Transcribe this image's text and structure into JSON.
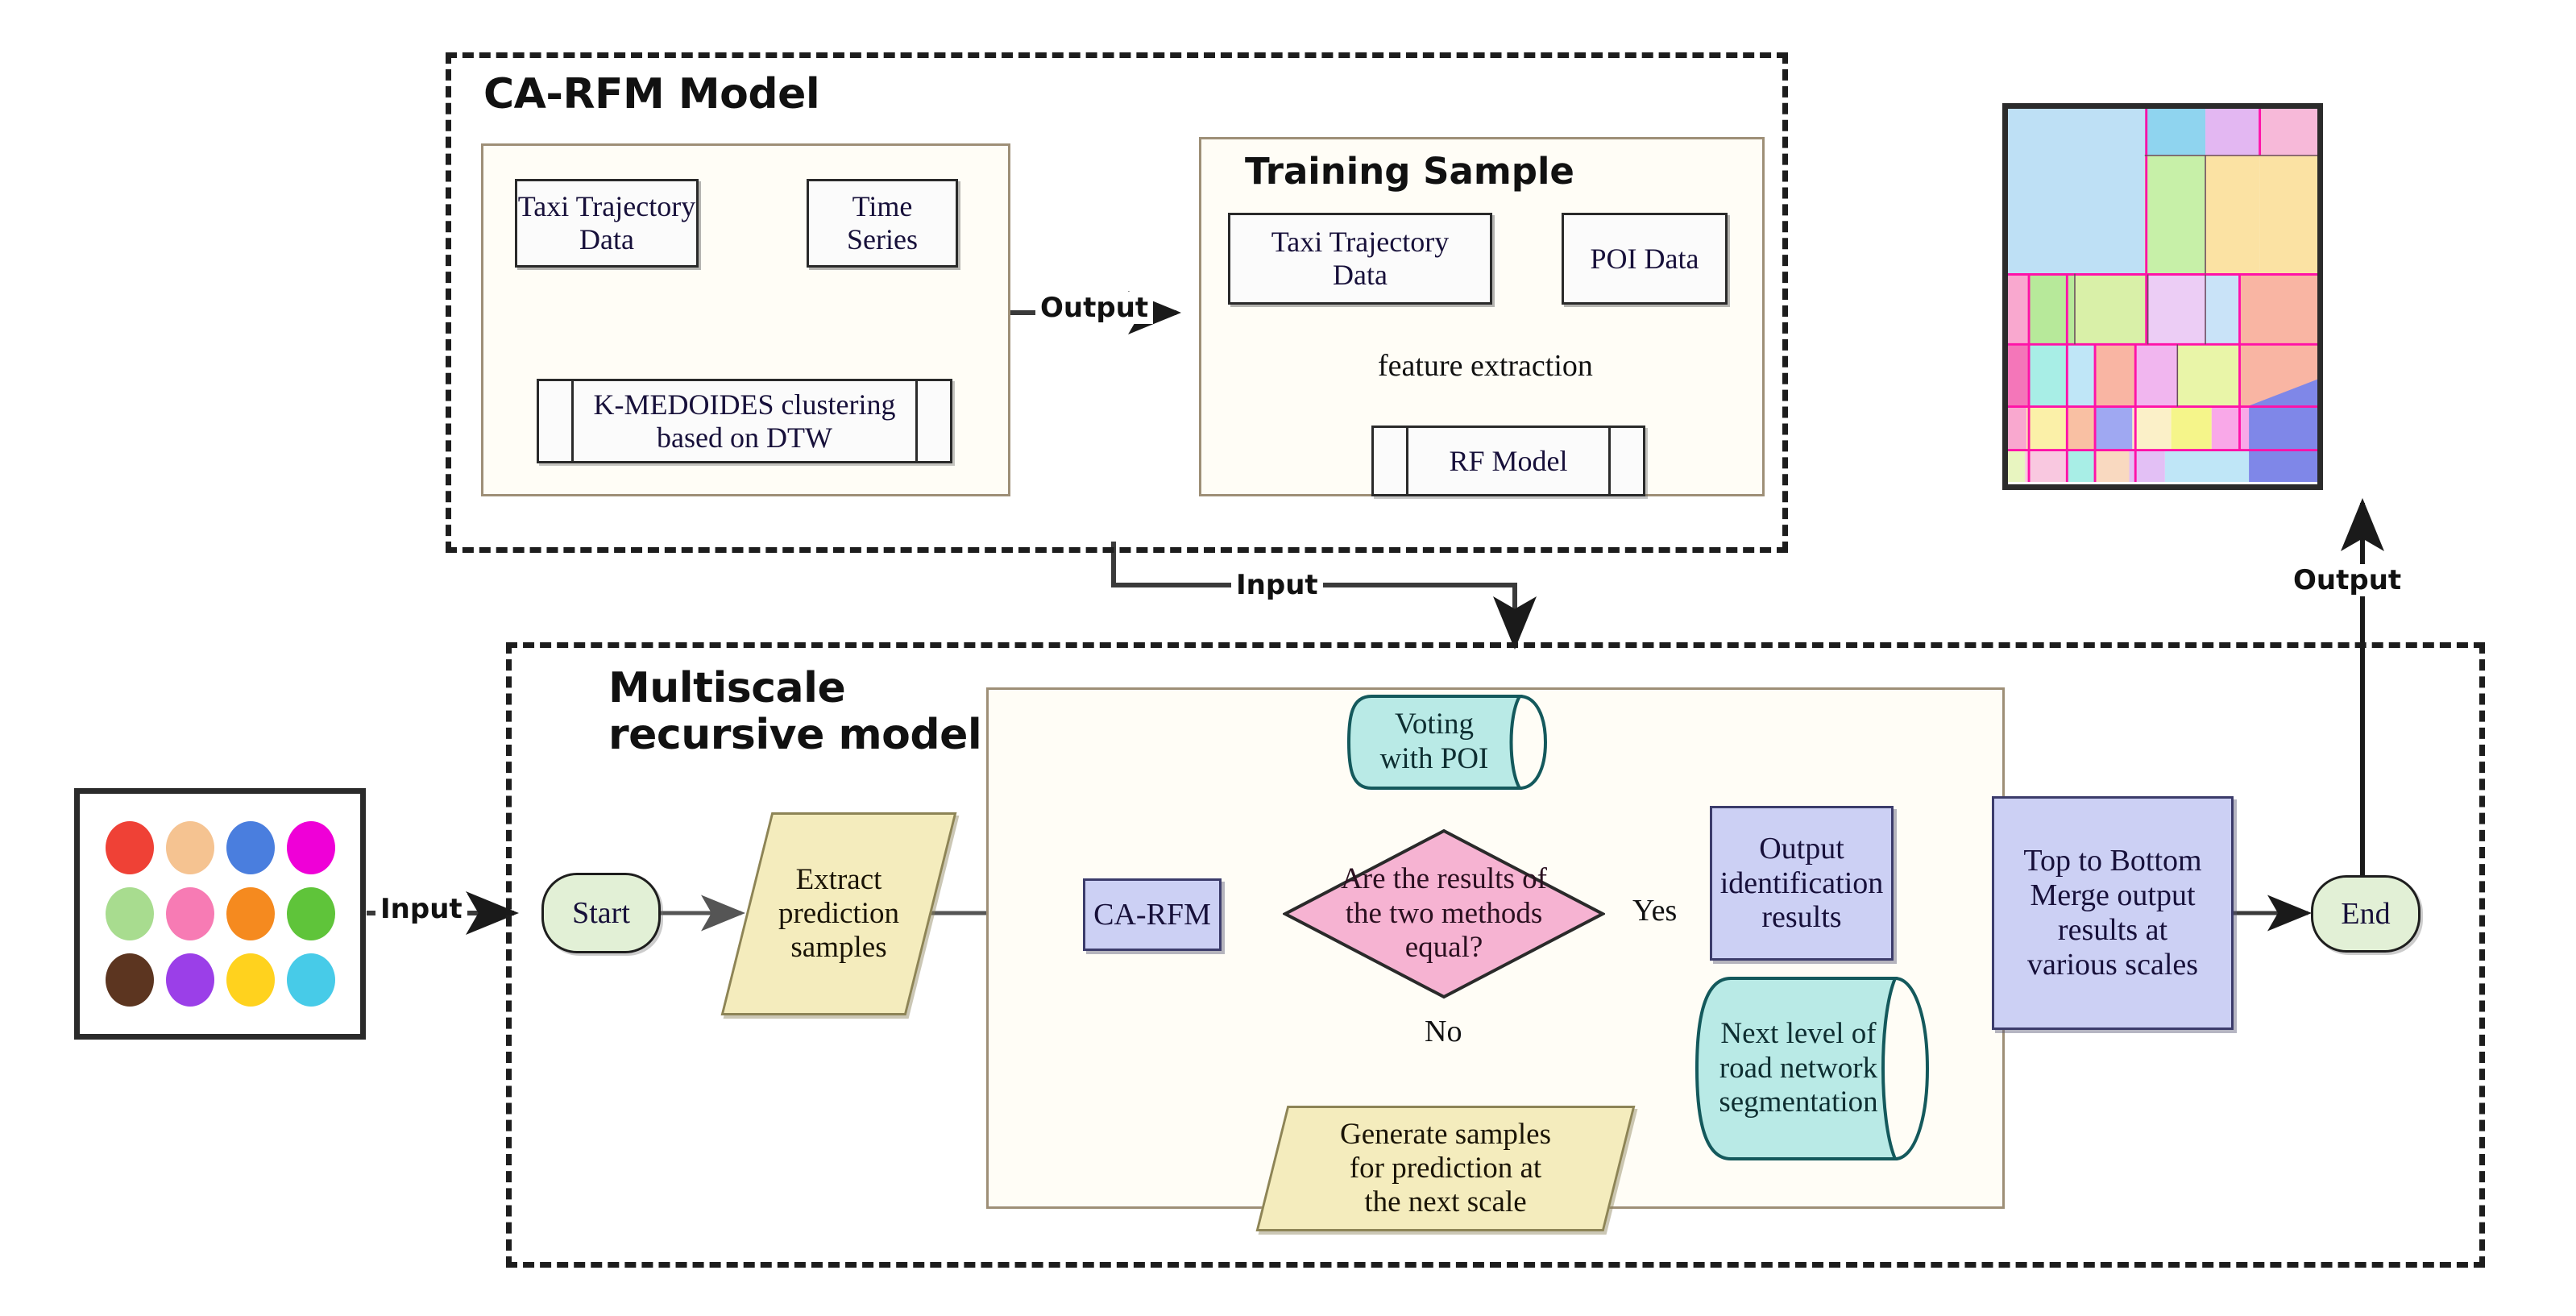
{
  "diagram": {
    "title": "CA-RFM multiscale recursive urban functional zone identification workflow",
    "groups": [
      {
        "id": "ca_rfm",
        "label": "CA-RFM Model"
      },
      {
        "id": "multiscale",
        "label": "Multiscale\nrecursive model"
      }
    ],
    "panels": [
      {
        "id": "carfm_inner",
        "label": ""
      },
      {
        "id": "training_sample",
        "label": "Training Sample"
      },
      {
        "id": "loop_panel",
        "label": ""
      }
    ],
    "nodes": [
      {
        "id": "taxi_traj_1",
        "label": "Taxi Trajectory\nData",
        "shape": "process"
      },
      {
        "id": "time_series",
        "label": "Time\nSeries",
        "shape": "process"
      },
      {
        "id": "kmedoides",
        "label": "K-MEDOIDES clustering\nbased on DTW",
        "shape": "predefined-process"
      },
      {
        "id": "taxi_traj_2",
        "label": "Taxi Trajectory\nData",
        "shape": "process"
      },
      {
        "id": "poi_data",
        "label": "POI Data",
        "shape": "process"
      },
      {
        "id": "rf_model",
        "label": "RF Model",
        "shape": "predefined-process"
      },
      {
        "id": "start",
        "label": "Start",
        "shape": "terminator"
      },
      {
        "id": "extract",
        "label": "Extract\nprediction\nsamples",
        "shape": "data"
      },
      {
        "id": "ca_rfm_node",
        "label": "CA-RFM",
        "shape": "process-blue"
      },
      {
        "id": "voting",
        "label": "Voting\nwith POI",
        "shape": "tape"
      },
      {
        "id": "decision",
        "label": "Are the results of\nthe two methods\nequal?",
        "shape": "decision"
      },
      {
        "id": "output_ident",
        "label": "Output\nidentification\nresults",
        "shape": "process-blue"
      },
      {
        "id": "next_level",
        "label": "Next level of\nroad network\nsegmentation",
        "shape": "tape"
      },
      {
        "id": "generate",
        "label": "Generate samples\nfor prediction at\nthe next scale",
        "shape": "data"
      },
      {
        "id": "merge",
        "label": "Top to Bottom\nMerge output\nresults at\nvarious scales",
        "shape": "process-blue"
      },
      {
        "id": "end",
        "label": "End",
        "shape": "terminator"
      }
    ],
    "edge_labels": {
      "feature_extraction": "feature extraction",
      "output_top": "Output",
      "input_mid": "Input",
      "input_left": "Input",
      "yes": "Yes",
      "no": "No",
      "output_right": "Output"
    },
    "colors": {
      "terminator_fill": "#e2f0d6",
      "process_blue_fill": "#ccd0f4",
      "data_yellow_fill": "#f4ecbd",
      "decision_pink_fill": "#f6b3d2",
      "tape_cyan_fill": "#b9eae6",
      "panel_border": "#9e8f77",
      "dash_border": "#1d1d1d"
    },
    "input_image": {
      "name": "cluster-color-legend",
      "rows": 3,
      "cols": 4,
      "dots": [
        "#ef4136",
        "#f5c391",
        "#4a7ede",
        "#ef00d7",
        "#a8dc8f",
        "#f77bb4",
        "#f58a1f",
        "#5fc43a",
        "#5c3520",
        "#9b3fe8",
        "#ffd21e",
        "#47cbe8"
      ]
    },
    "output_image": {
      "name": "functional-zone-map",
      "description": "Multiscale urban functional zone identification result map"
    }
  }
}
